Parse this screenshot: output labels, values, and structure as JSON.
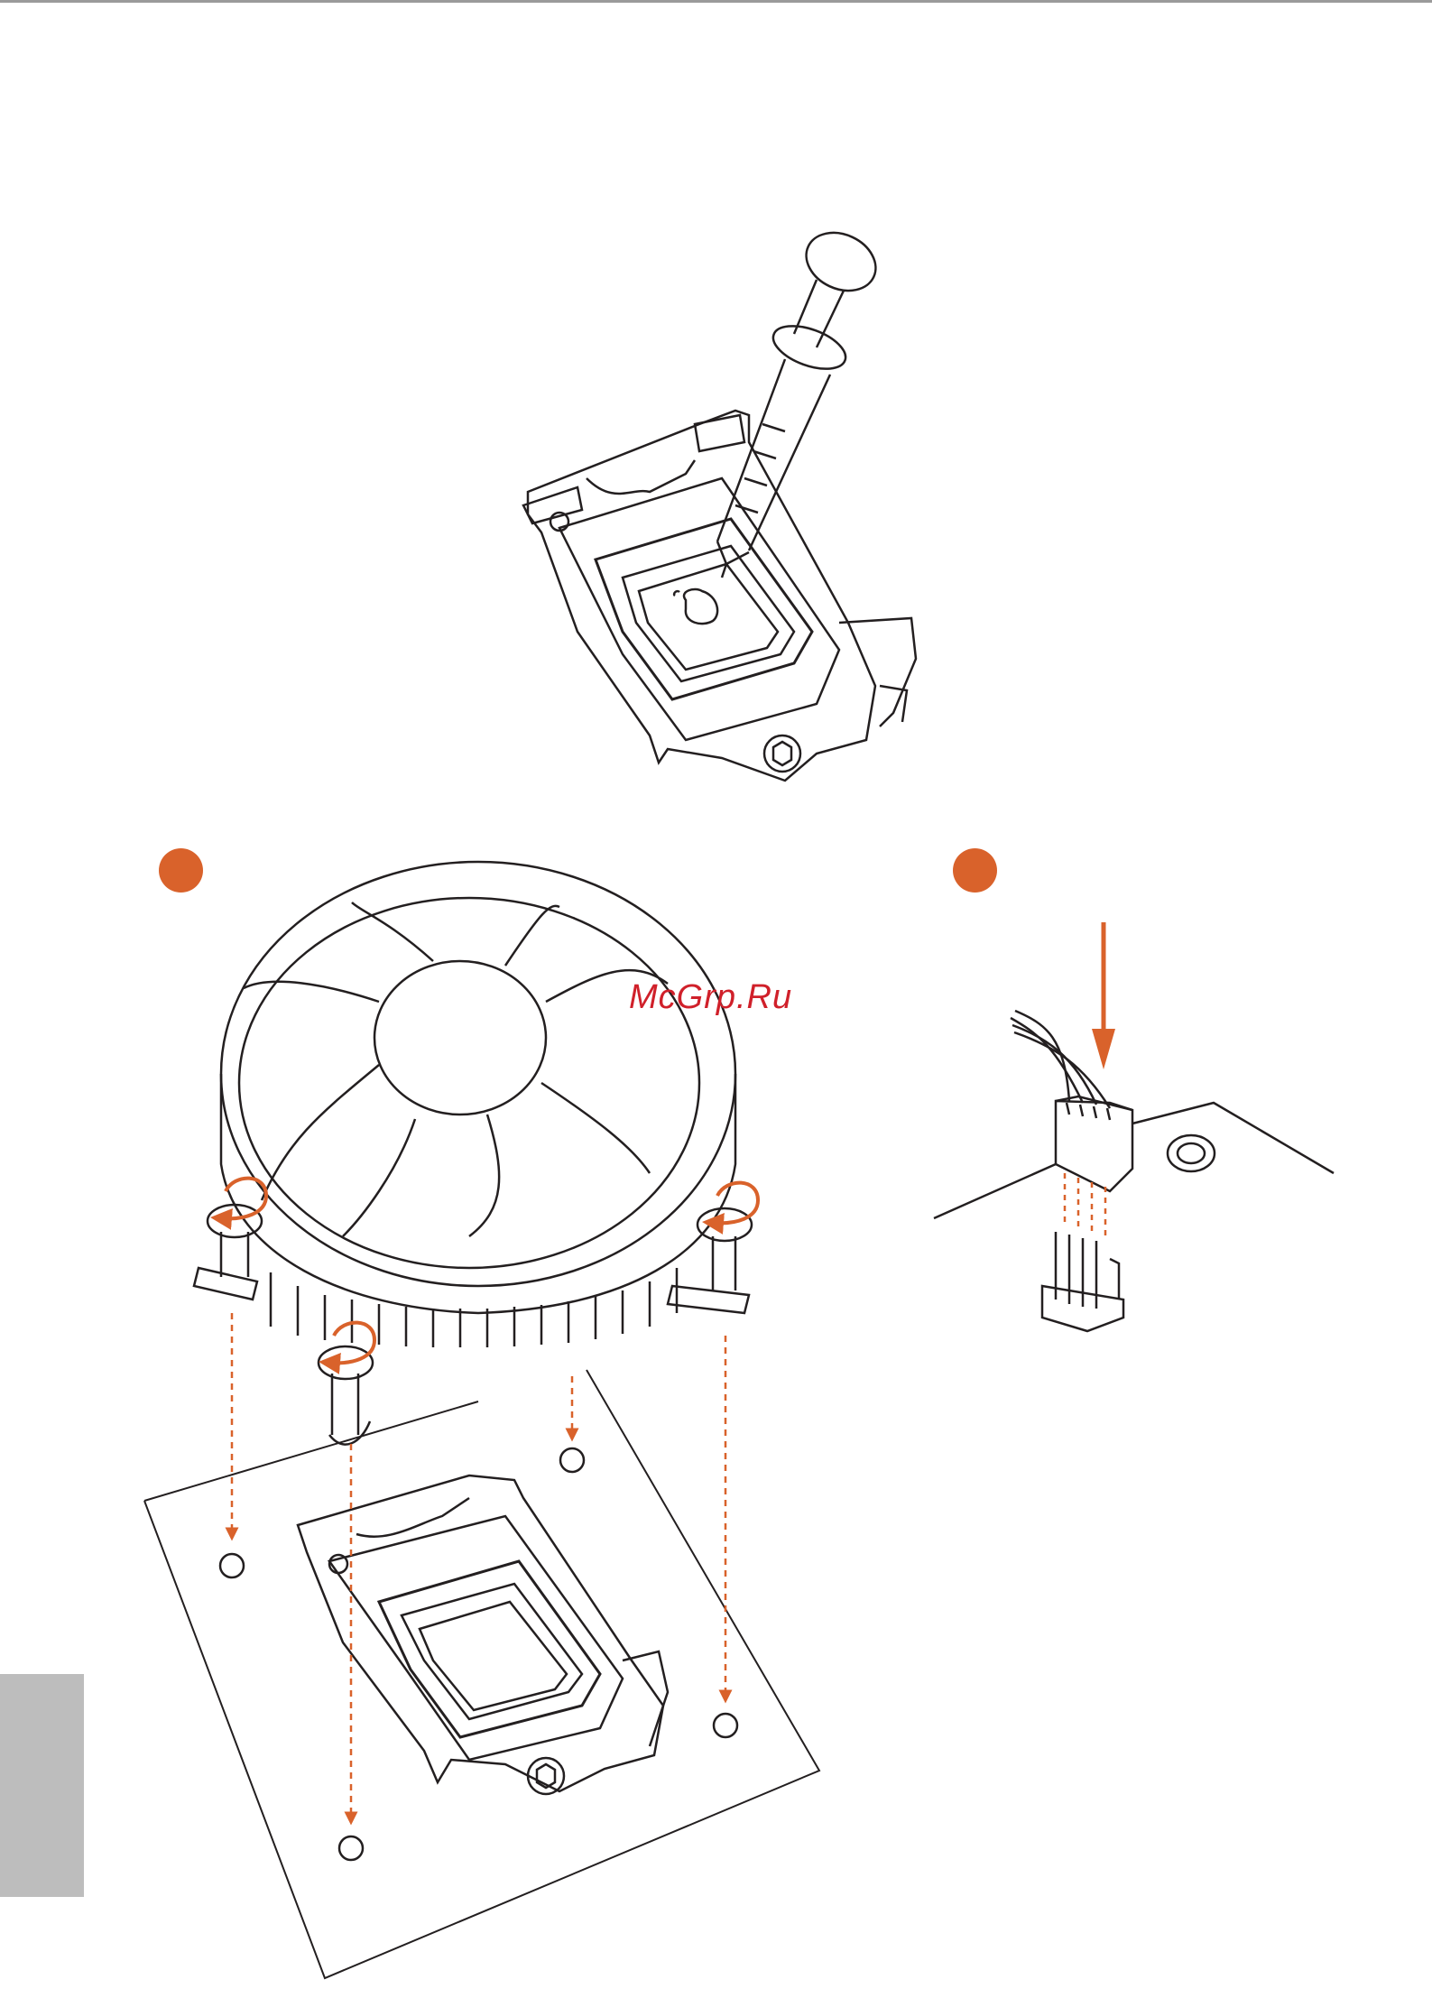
{
  "watermark": {
    "text": "McGrp.Ru"
  },
  "colors": {
    "accent": "#d9622b",
    "line": "#231f20",
    "tab": "#bdbdbd",
    "watermark": "#d0202a"
  },
  "figures": [
    {
      "step_marker": false,
      "content": "thermal-paste-application"
    },
    {
      "step_marker": true,
      "content": "cpu-cooler-installation"
    },
    {
      "step_marker": true,
      "content": "cpu-fan-connector"
    }
  ],
  "icons": [
    "syringe-icon",
    "cpu-socket-icon",
    "cpu-fan-icon",
    "push-pin-icon",
    "rotate-arrow-icon",
    "fan-header-icon"
  ]
}
